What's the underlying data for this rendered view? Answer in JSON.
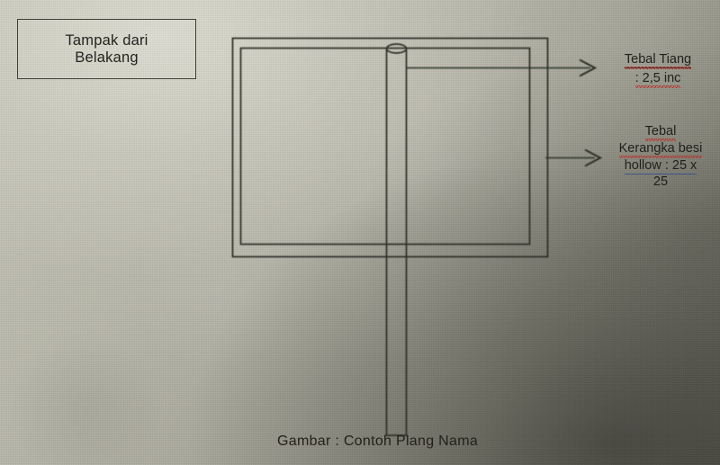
{
  "figure": {
    "caption": "Gambar : Contoh Plang Nama",
    "view_label": {
      "line1": "Tampak dari",
      "line2": "Belakang"
    }
  },
  "annotations": [
    {
      "id": "pole-thickness",
      "line1": "Tebal Tiang",
      "line2": ": 2,5 inc",
      "arrow": "arrow-right"
    },
    {
      "id": "frame-thickness",
      "line1": "Tebal",
      "line2": "Kerangka besi",
      "line3": "hollow : 25 x",
      "line4": "25",
      "arrow": "arrow-right"
    }
  ],
  "colors": {
    "paper": "#b8b7aa",
    "ink": "#2c2d26",
    "spellcheck_red": "#b8302c",
    "grammar_blue": "#3a4f86",
    "text": "#23241f"
  },
  "drawing": {
    "outer_frame": "signboard-outer-rectangle",
    "inner_frame": "signboard-inner-rectangle",
    "pole": "vertical-pole-cylinder"
  }
}
